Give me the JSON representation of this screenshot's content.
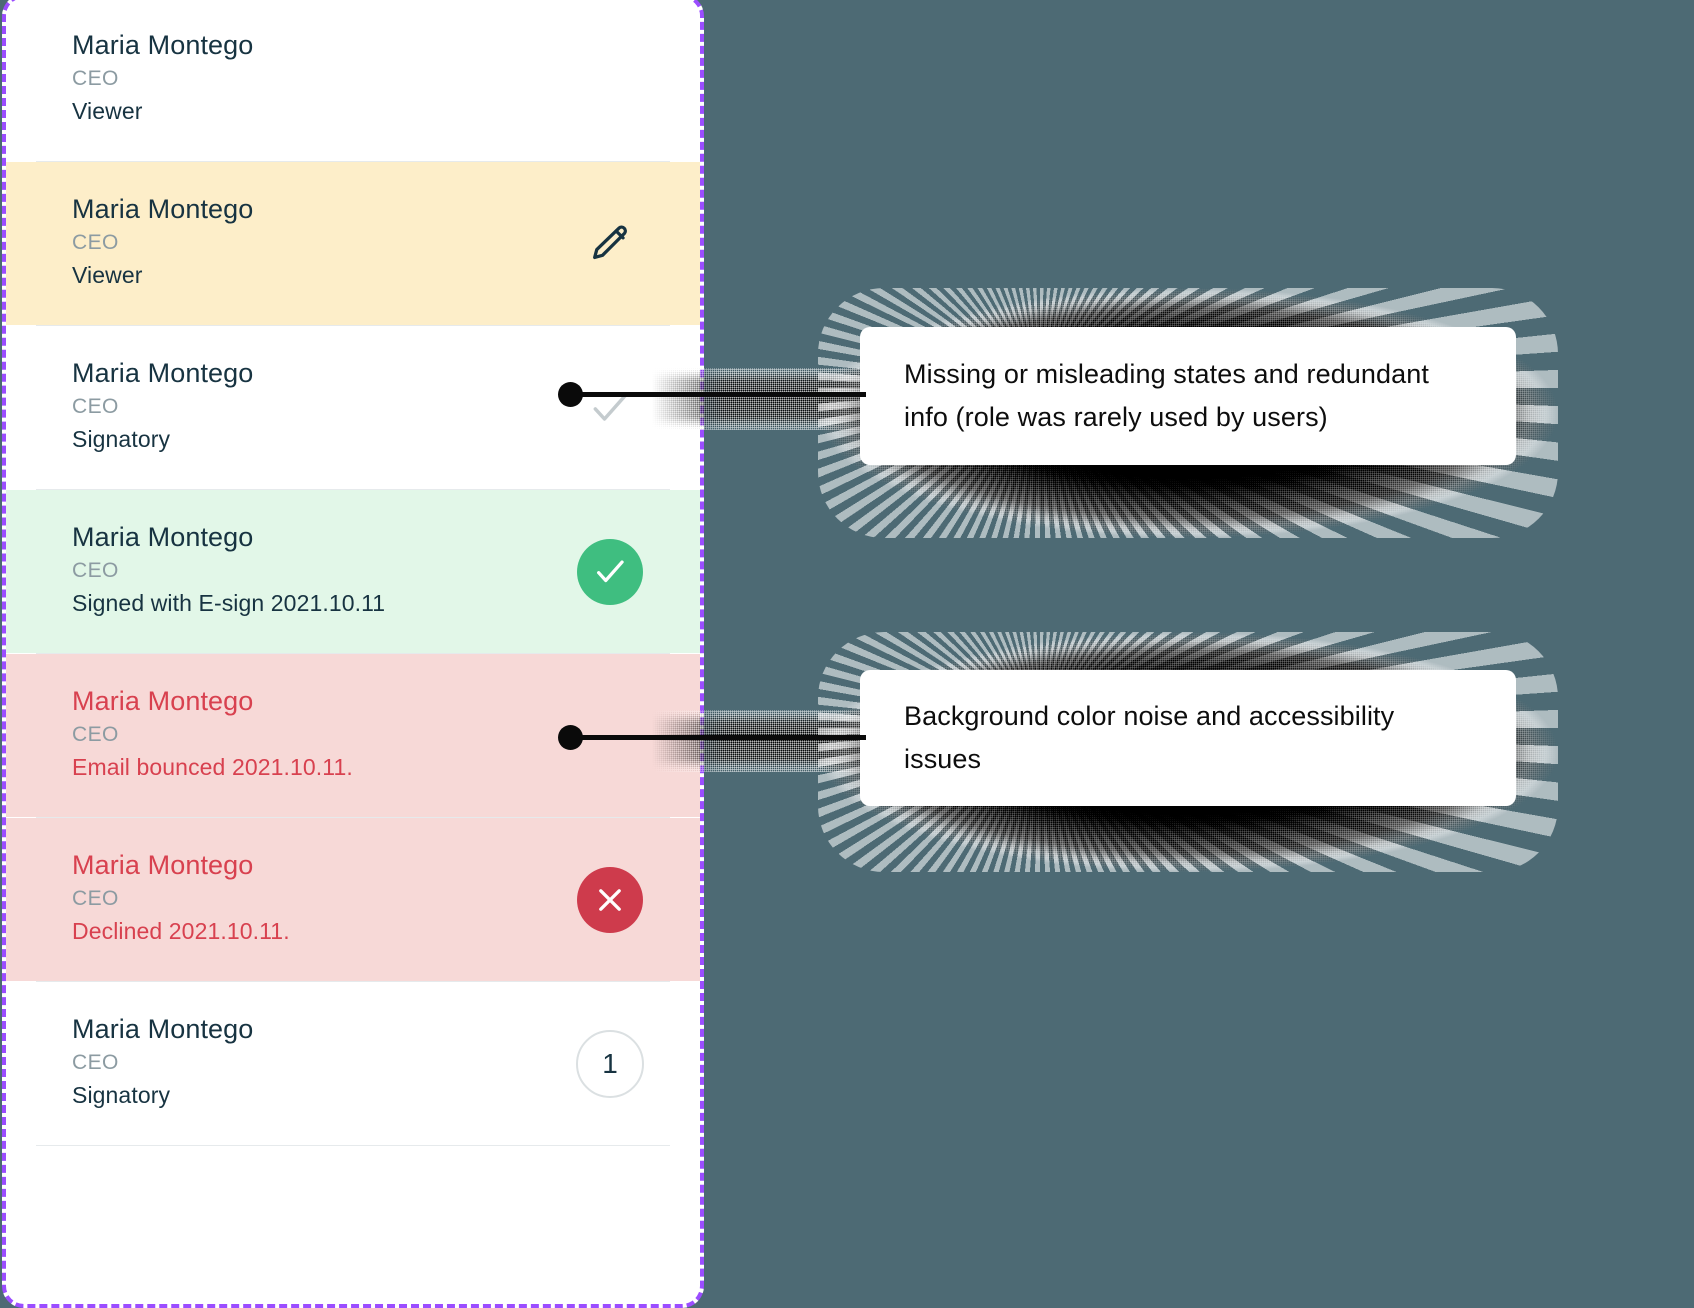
{
  "background_color": "#4d6a74",
  "panel": {
    "border_color": "#9b4dff",
    "border_style": "dashed",
    "background": "#ffffff"
  },
  "rows": [
    {
      "name": "Maria Montego",
      "title": "CEO",
      "status": "Viewer",
      "tint": "none",
      "tint_color": "#ffffff",
      "icon": "none"
    },
    {
      "name": "Maria Montego",
      "title": "CEO",
      "status": "Viewer",
      "tint": "yellow",
      "tint_color": "#fdeec9",
      "icon": "pencil-edit-icon"
    },
    {
      "name": "Maria Montego",
      "title": "CEO",
      "status": "Signatory",
      "tint": "none",
      "tint_color": "#ffffff",
      "icon": "check-plain-icon"
    },
    {
      "name": "Maria Montego",
      "title": "CEO",
      "status": "Signed with E-sign 2021.10.11",
      "tint": "green",
      "tint_color": "#e2f7e8",
      "icon": "check-circle-green-icon"
    },
    {
      "name": "Maria Montego",
      "title": "CEO",
      "status": "Email bounced 2021.10.11.",
      "tint": "red",
      "tint_color": "#f7d9d7",
      "icon": "none"
    },
    {
      "name": "Maria Montego",
      "title": "CEO",
      "status": "Declined 2021.10.11.",
      "tint": "red",
      "tint_color": "#f7d9d7",
      "icon": "close-circle-red-icon"
    },
    {
      "name": "Maria Montego",
      "title": "CEO",
      "status": "Signatory",
      "tint": "none",
      "tint_color": "#ffffff",
      "icon": "count-badge",
      "badge_count": "1"
    }
  ],
  "callouts": [
    {
      "text": "Missing or misleading states and redundant info (role was rarely used by users)"
    },
    {
      "text": "Background color noise and accessibility issues"
    }
  ],
  "colors": {
    "name_text": "#173341",
    "title_text": "#8c9ba2",
    "status_text": "#173341",
    "error_text": "#d8414f",
    "green_badge": "#3fbe80",
    "red_badge": "#ce3b4c",
    "divider": "#e6eaec",
    "count_badge_border": "#dbe0e2"
  }
}
